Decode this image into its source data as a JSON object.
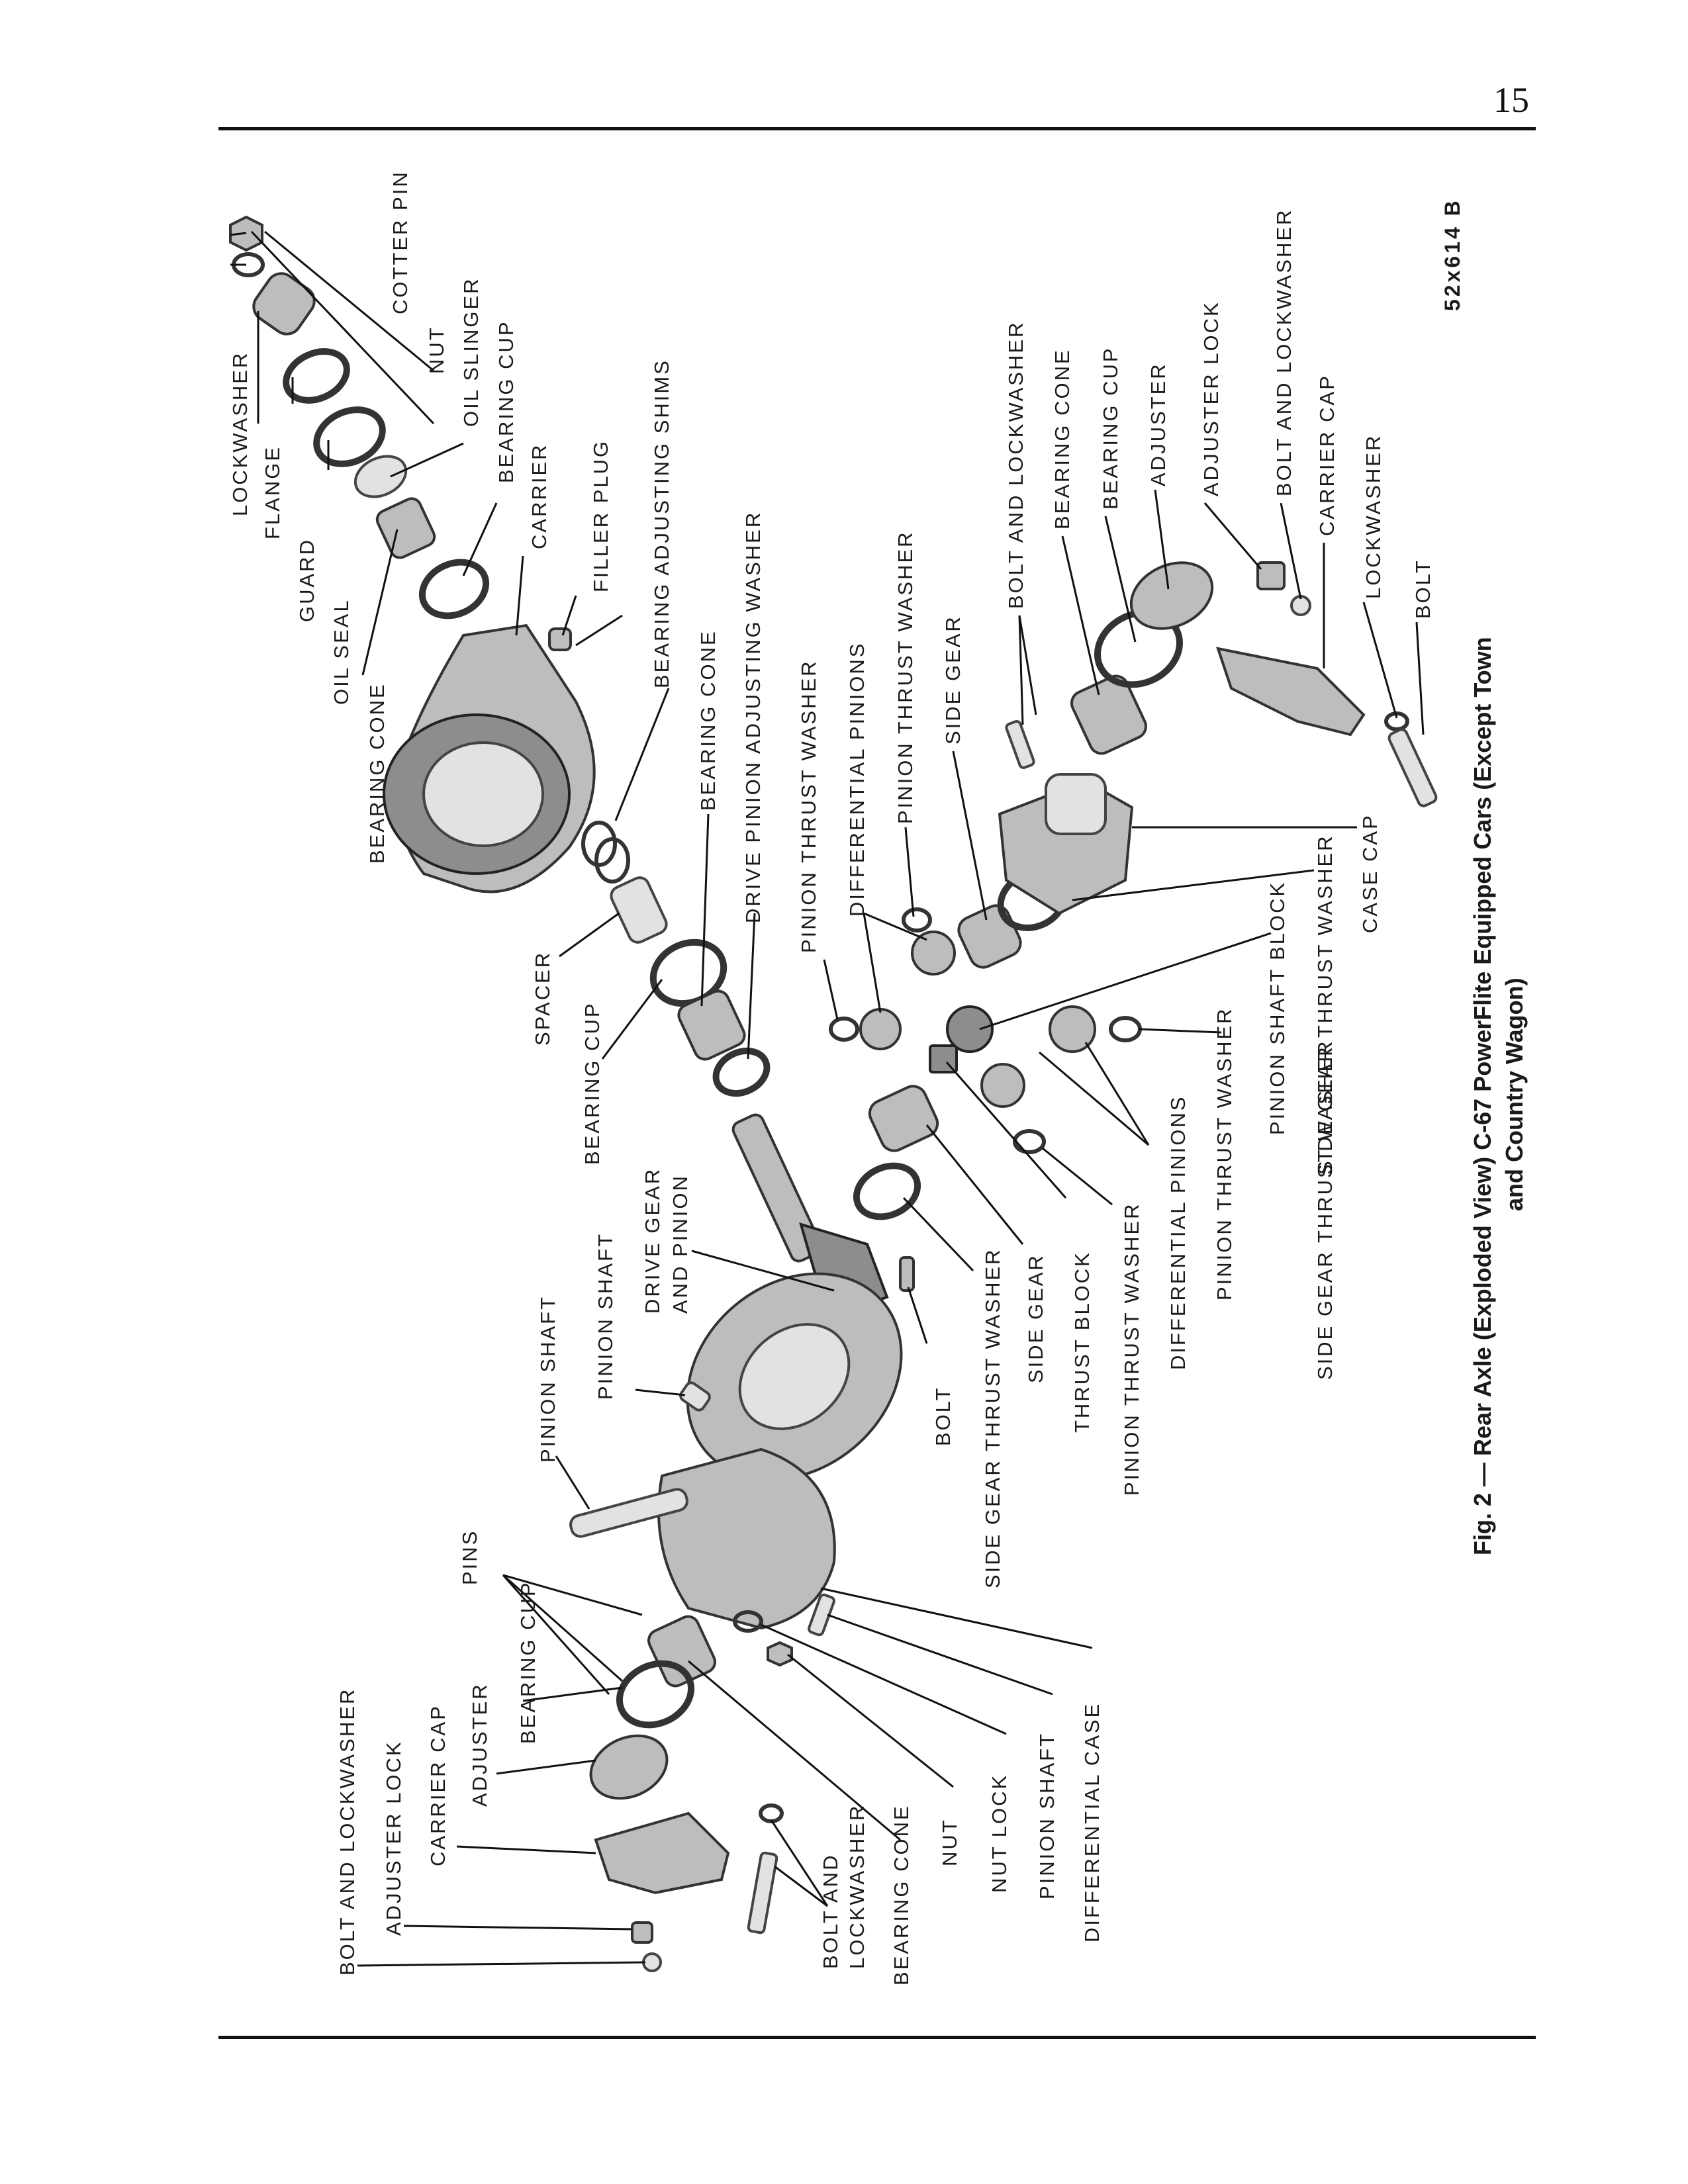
{
  "page_number": "15",
  "figure_id": "52x614 B",
  "caption_line1": "Fig. 2 — Rear Axle (Exploded View) C-67 PowerFlite Equipped Cars (Except Town",
  "caption_line2": "and Country Wagon)",
  "labels": {
    "lockwasher_top": "LOCKWASHER",
    "flange": "FLANGE",
    "guard": "GUARD",
    "oil_seal": "OIL SEAL",
    "bearing_cone_top": "BEARING CONE",
    "nut_top": "NUT",
    "cotter_pin": "COTTER PIN",
    "oil_slinger": "OIL SLINGER",
    "bearing_cup_top": "BEARING CUP",
    "carrier": "CARRIER",
    "filler_plug": "FILLER PLUG",
    "bearing_adjusting_shims": "BEARING ADJUSTING SHIMS",
    "spacer": "SPACER",
    "bearing_cup_mid": "BEARING CUP",
    "bearing_cone_mid": "BEARING CONE",
    "drive_pinion_adjusting_washer": "DRIVE PINION ADJUSTING WASHER",
    "pinion_thrust_washer_1": "PINION THRUST WASHER",
    "differential_pinions_1": "DIFFERENTIAL PINIONS",
    "pinion_thrust_washer_2": "PINION THRUST WASHER",
    "side_gear_1": "SIDE GEAR",
    "bolt_and_lockwasher_r": "BOLT AND LOCKWASHER",
    "bearing_cone_r": "BEARING CONE",
    "bearing_cup_r": "BEARING CUP",
    "adjuster_r": "ADJUSTER",
    "adjuster_lock_r": "ADJUSTER LOCK",
    "bolt_and_lockwasher_r2": "BOLT AND LOCKWASHER",
    "carrier_cap_r": "CARRIER CAP",
    "lockwasher_r": "LOCKWASHER",
    "bolt_r": "BOLT",
    "case_cap": "CASE CAP",
    "side_gear_thrust_washer_r": "SIDE GEAR THRUST WASHER",
    "pinion_shaft_block": "PINION SHAFT BLOCK",
    "side_gear_thrust_washer_r2": "SIDE GEAR THRUST WASHER",
    "pinion_thrust_washer_3": "PINION THRUST WASHER",
    "differential_pinions_2": "DIFFERENTIAL PINIONS",
    "pinion_thrust_washer_4": "PINION THRUST WASHER",
    "thrust_block": "THRUST BLOCK",
    "side_gear_2": "SIDE GEAR",
    "side_gear_thrust_washer_2": "SIDE GEAR THRUST WASHER",
    "bolt_mid": "BOLT",
    "drive_gear_line1": "DRIVE GEAR",
    "drive_gear_line2": "AND PINION",
    "pinion_shaft_1": "PINION SHAFT",
    "pinion_shaft_2": "PINION SHAFT",
    "pins": "PINS",
    "bolt_and_lockwasher_l": "BOLT AND LOCKWASHER",
    "adjuster_lock_l": "ADJUSTER LOCK",
    "carrier_cap_l": "CARRIER CAP",
    "adjuster_l": "ADJUSTER",
    "bearing_cup_l": "BEARING CUP",
    "bolt_and_line1": "BOLT AND",
    "bolt_and_line2": "LOCKWASHER",
    "bearing_cone_l": "BEARING CONE",
    "nut_l": "NUT",
    "nut_lock": "NUT LOCK",
    "pinion_shaft_l": "PINION SHAFT",
    "differential_case": "DIFFERENTIAL CASE"
  }
}
